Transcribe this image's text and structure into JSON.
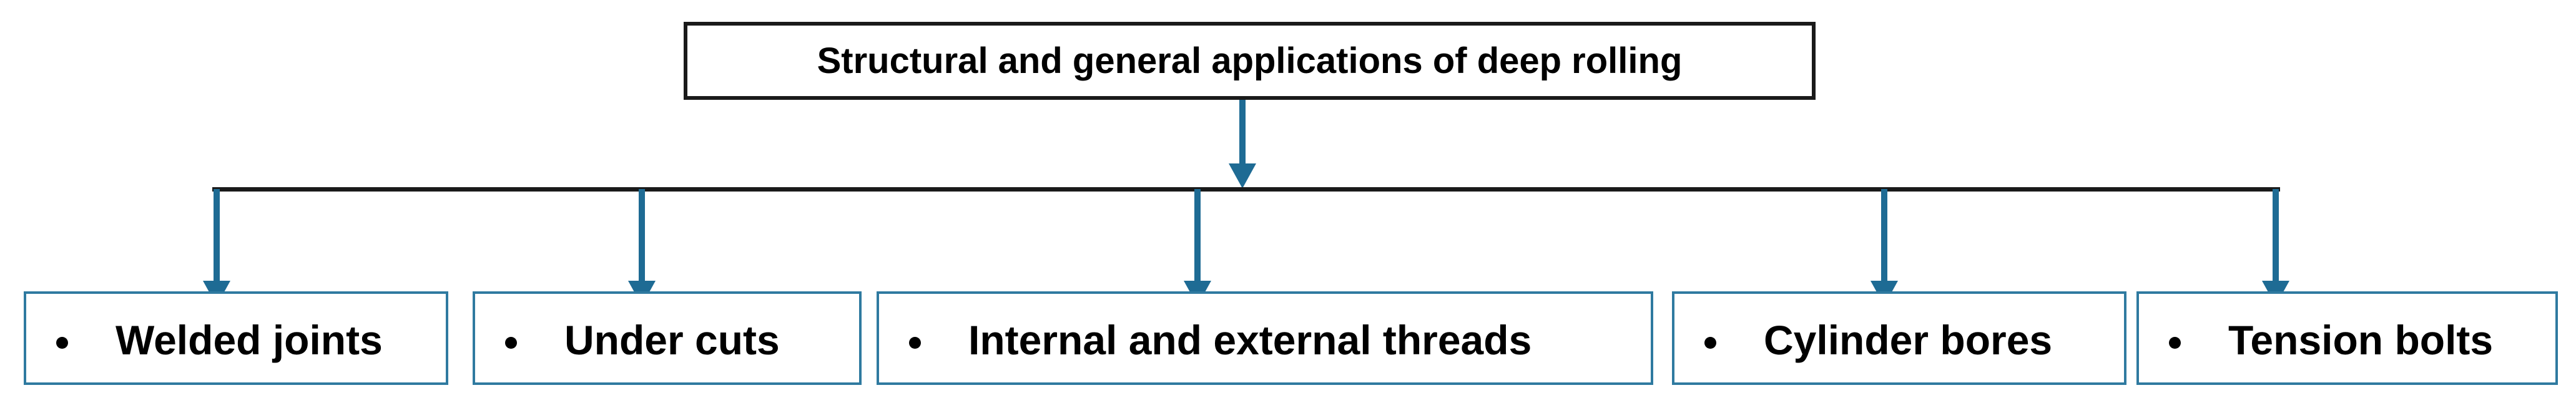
{
  "diagram": {
    "type": "tree",
    "root": {
      "label": "Structural and general applications of deep rolling"
    },
    "children": [
      {
        "label": "Welded joints"
      },
      {
        "label": "Under cuts"
      },
      {
        "label": "Internal and external threads"
      },
      {
        "label": "Cylinder bores"
      },
      {
        "label": "Tension bolts"
      }
    ],
    "colors": {
      "arrow": "#1E6B94",
      "box_border": "#2F7AA0",
      "root_border": "#1A1A1A",
      "connector_line": "#1A1A1A",
      "text": "#000000"
    }
  }
}
